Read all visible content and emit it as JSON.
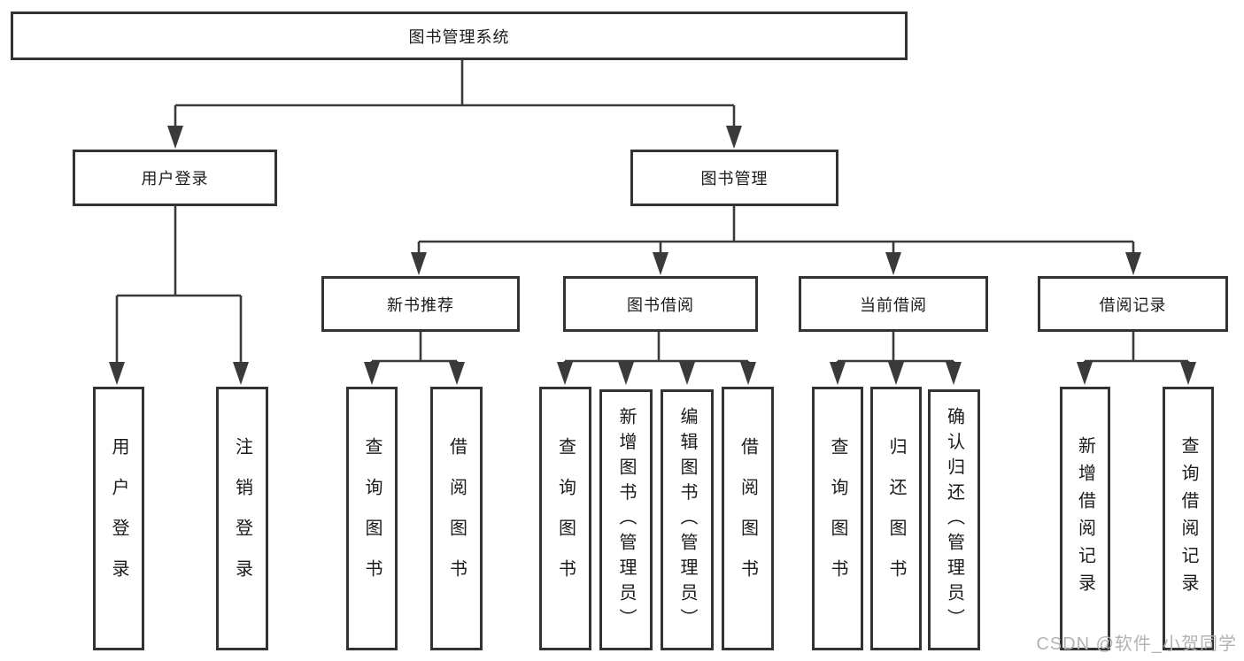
{
  "watermark": "CSDN @软件_小贺同学",
  "tree": {
    "label": "图书管理系统",
    "children": [
      {
        "label": "用户登录",
        "children": [
          {
            "label": "用户登录"
          },
          {
            "label": "注销登录"
          }
        ]
      },
      {
        "label": "图书管理",
        "children": [
          {
            "label": "新书推荐",
            "children": [
              {
                "label": "查询图书"
              },
              {
                "label": "借阅图书"
              }
            ]
          },
          {
            "label": "图书借阅",
            "children": [
              {
                "label": "查询图书"
              },
              {
                "label": "新增图书（管理员）"
              },
              {
                "label": "编辑图书（管理员）"
              },
              {
                "label": "借阅图书"
              }
            ]
          },
          {
            "label": "当前借阅",
            "children": [
              {
                "label": "查询图书"
              },
              {
                "label": "归还图书"
              },
              {
                "label": "确认归还（管理员）"
              }
            ]
          },
          {
            "label": "借阅记录",
            "children": [
              {
                "label": "新增借阅记录"
              },
              {
                "label": "查询借阅记录"
              }
            ]
          }
        ]
      }
    ]
  },
  "colors": {
    "line": "#3a3a3a",
    "border": "#333333",
    "text": "#1b1b1b",
    "watermark": "#b3b3b3"
  }
}
